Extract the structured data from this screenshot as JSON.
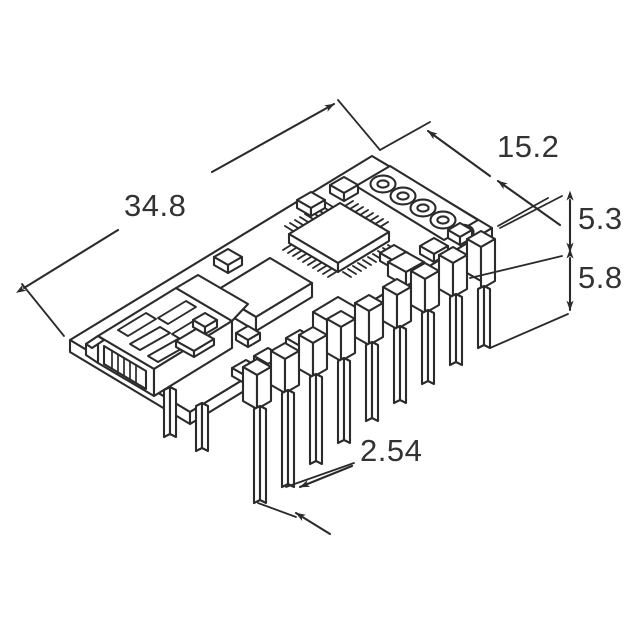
{
  "drawing": {
    "title": "USB interface module mechanical outline drawing",
    "subject": "pcb-module-with-mini-usb-and-pin-header",
    "projection": "isometric",
    "units": "mm",
    "background_color": "#ffffff",
    "line_color": "#2b2b2b",
    "fill_color": "#ffffff",
    "text_color": "#333333"
  },
  "dimensions": {
    "length": {
      "id": "dim-348",
      "value": "34.8",
      "description": "overall board length",
      "arrows": "both"
    },
    "width": {
      "id": "dim-152",
      "value": "15.2",
      "description": "overall board width",
      "arrows": "both"
    },
    "height_upper": {
      "id": "dim-53",
      "value": "5.3",
      "description": "board top to header shoulder height",
      "arrows": "both"
    },
    "height_lower": {
      "id": "dim-58",
      "value": "5.8",
      "description": "header shoulder to pin tip height",
      "arrows": "both"
    },
    "pitch": {
      "id": "dim-254",
      "value": "2.54",
      "description": "pin to pin pitch",
      "arrows": "both"
    }
  },
  "components": {
    "mini_usb_connector": {
      "name": "mini-usb-connector",
      "contacts": 5
    },
    "qfp_ic": {
      "name": "qfp-ic",
      "pins_per_side": 10
    },
    "shield_can": {
      "name": "shield-can"
    },
    "through_holes": {
      "name": "through-hole-pad-row",
      "count": 5
    },
    "pin_header": {
      "name": "pin-header-row",
      "count": 9
    },
    "smd_parts": {
      "name": "smd-chip-components",
      "count": 12
    }
  }
}
